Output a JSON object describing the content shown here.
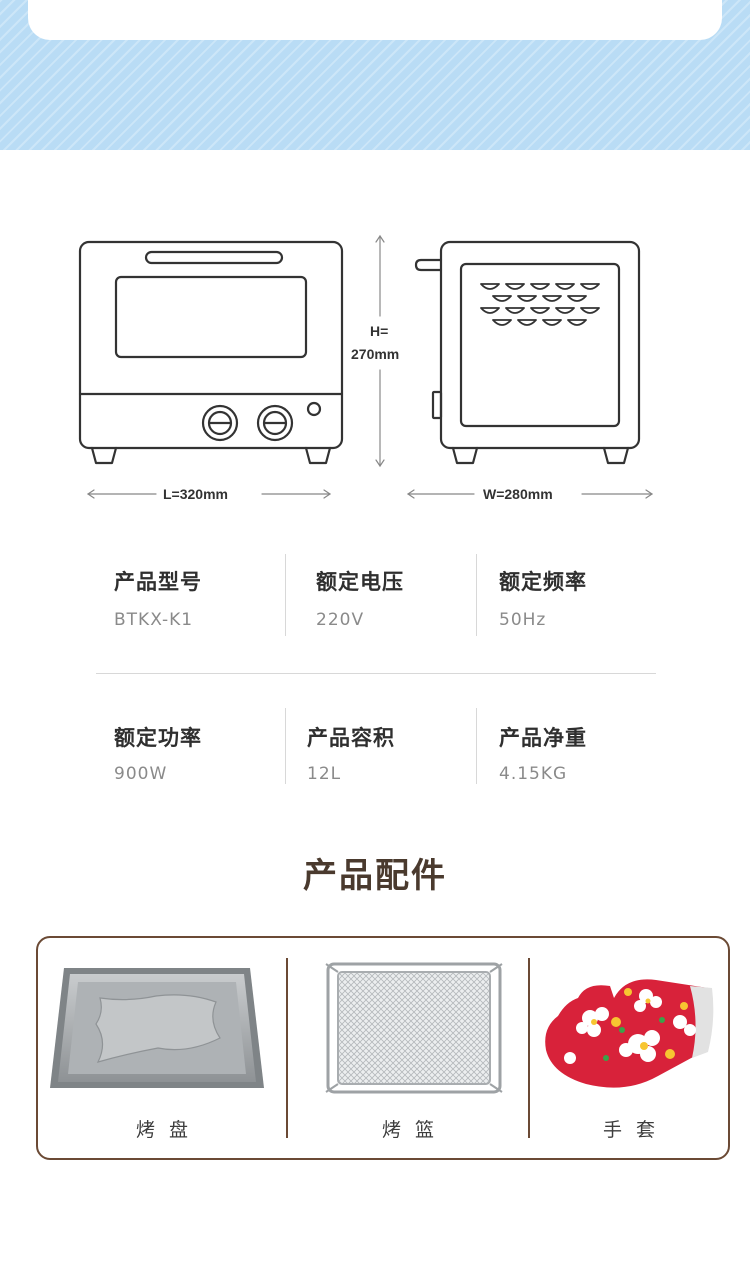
{
  "dimensions": {
    "height_label_line1": "H=",
    "height_label_line2": "270mm",
    "length_label": "L=320mm",
    "width_label": "W=280mm"
  },
  "specs": [
    {
      "title": "产品型号",
      "value": "BTKX-K1"
    },
    {
      "title": "额定电压",
      "value": "220V"
    },
    {
      "title": "额定频率",
      "value": "50Hz"
    },
    {
      "title": "额定功率",
      "value": "900W"
    },
    {
      "title": "产品容积",
      "value": "12L"
    },
    {
      "title": "产品净重",
      "value": "4.15KG"
    }
  ],
  "accessories_section": {
    "title": "产品配件",
    "items": [
      {
        "label": "烤盘",
        "icon": "baking-tray-image"
      },
      {
        "label": "烤篮",
        "icon": "baking-basket-image"
      },
      {
        "label": "手套",
        "icon": "oven-mitt-image"
      }
    ]
  },
  "colors": {
    "band": "#b9dcf5",
    "outline": "#333333",
    "accent_brown": "#6b4a35"
  }
}
